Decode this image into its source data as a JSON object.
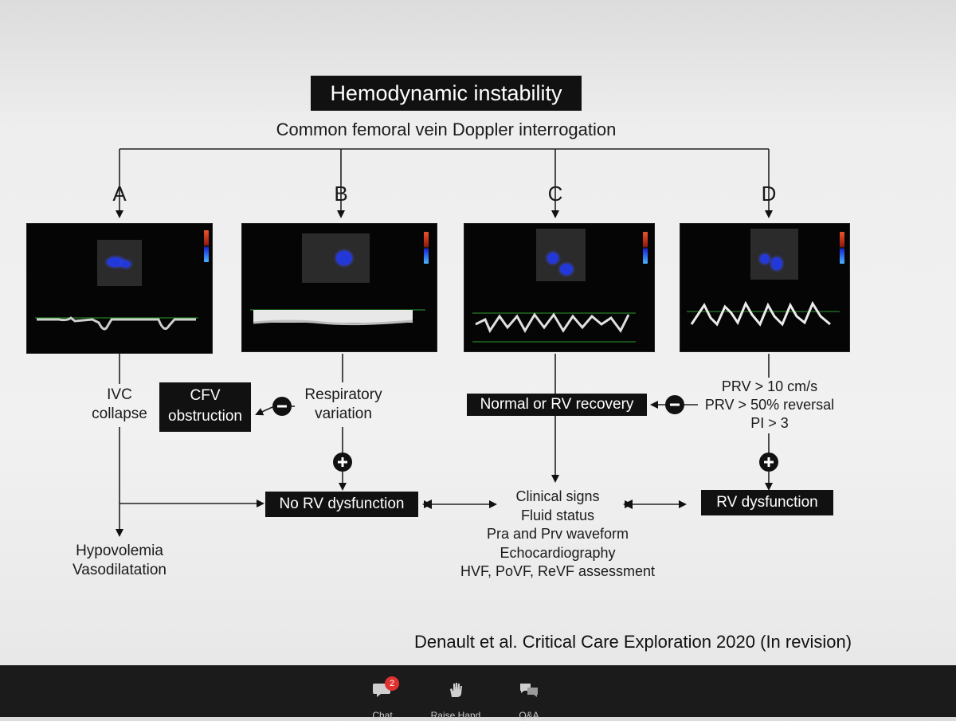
{
  "title": "Hemodynamic instability",
  "subtitle": "Common femoral vein Doppler interrogation",
  "branches": [
    "A",
    "B",
    "C",
    "D"
  ],
  "branch_a": {
    "ivc_line1": "IVC",
    "ivc_line2": "collapse",
    "outcome_line1": "Hypovolemia",
    "outcome_line2": "Vasodilatation"
  },
  "branch_b": {
    "cfv_line1": "CFV",
    "cfv_line2": "obstruction",
    "resp_line1": "Respiratory",
    "resp_line2": "variation"
  },
  "branch_c": {
    "normal": "Normal or RV recovery"
  },
  "branch_d": {
    "crit1": "PRV > 10  cm/s",
    "crit2": "PRV > 50% reversal",
    "crit3": "PI > 3"
  },
  "no_rv": "No RV dysfunction",
  "rv": "RV dysfunction",
  "center": [
    "Clinical signs",
    "Fluid status",
    "Pra and Prv waveform",
    "Echocardiography",
    "HVF, PoVF, ReVF assessment"
  ],
  "signs": {
    "minus": "−",
    "plus": "+"
  },
  "citation": "Denault et al. Critical Care Exploration 2020 (In revision)",
  "toolbar": {
    "chat": "Chat",
    "chat_badge": "2",
    "raise_hand": "Raise Hand",
    "qa": "Q&A"
  }
}
